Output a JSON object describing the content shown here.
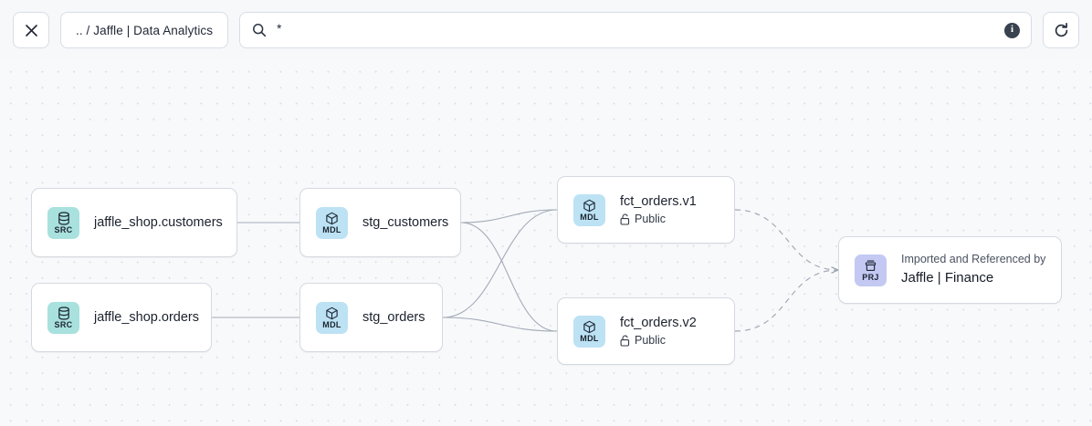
{
  "toolbar": {
    "close_label": "×",
    "close_icon": "close-icon",
    "breadcrumb": ".. / Jaffle | Data Analytics",
    "search_value": "*",
    "search_placeholder": "Search",
    "search_icon": "search-icon",
    "info_icon": "info-icon",
    "info_label": "i",
    "refresh_icon": "refresh-icon"
  },
  "graph": {
    "nodes": [
      {
        "id": "jaffle_shop_customers",
        "kind": "SRC",
        "kind_icon": "database-icon",
        "title": "jaffle_shop.customers",
        "subtitle": null,
        "caption": null,
        "badge_color": "#a8e1dd"
      },
      {
        "id": "jaffle_shop_orders",
        "kind": "SRC",
        "kind_icon": "database-icon",
        "title": "jaffle_shop.orders",
        "subtitle": null,
        "caption": null,
        "badge_color": "#a8e1dd"
      },
      {
        "id": "stg_customers",
        "kind": "MDL",
        "kind_icon": "cube-icon",
        "title": "stg_customers",
        "subtitle": null,
        "caption": null,
        "badge_color": "#bce2f4"
      },
      {
        "id": "stg_orders",
        "kind": "MDL",
        "kind_icon": "cube-icon",
        "title": "stg_orders",
        "subtitle": null,
        "caption": null,
        "badge_color": "#bce2f4"
      },
      {
        "id": "fct_orders_v1",
        "kind": "MDL",
        "kind_icon": "cube-icon",
        "title": "fct_orders.v1",
        "subtitle": "Public",
        "subtitle_icon": "unlock-icon",
        "caption": null,
        "badge_color": "#bce2f4"
      },
      {
        "id": "fct_orders_v2",
        "kind": "MDL",
        "kind_icon": "cube-icon",
        "title": "fct_orders.v2",
        "subtitle": "Public",
        "subtitle_icon": "unlock-icon",
        "caption": null,
        "badge_color": "#bce2f4"
      },
      {
        "id": "jaffle_finance",
        "kind": "PRJ",
        "kind_icon": "project-box-icon",
        "caption": "Imported and Referenced by",
        "title": "Jaffle | Finance",
        "subtitle": null,
        "badge_color": "#c3c9f2"
      }
    ],
    "edges": [
      {
        "from": "jaffle_shop_customers",
        "to": "stg_customers",
        "style": "solid"
      },
      {
        "from": "jaffle_shop_orders",
        "to": "stg_orders",
        "style": "solid"
      },
      {
        "from": "stg_customers",
        "to": "fct_orders_v1",
        "style": "solid"
      },
      {
        "from": "stg_customers",
        "to": "fct_orders_v2",
        "style": "solid"
      },
      {
        "from": "stg_orders",
        "to": "fct_orders_v1",
        "style": "solid"
      },
      {
        "from": "stg_orders",
        "to": "fct_orders_v2",
        "style": "solid"
      },
      {
        "from": "fct_orders_v1",
        "to": "jaffle_finance",
        "style": "dashed"
      },
      {
        "from": "fct_orders_v2",
        "to": "jaffle_finance",
        "style": "dashed"
      }
    ],
    "colors": {
      "canvas_background": "#f8f9fb",
      "grid_dot": "#dcdfe6",
      "edge": "#9aa2ae",
      "node_border": "#d5d9e0"
    }
  }
}
